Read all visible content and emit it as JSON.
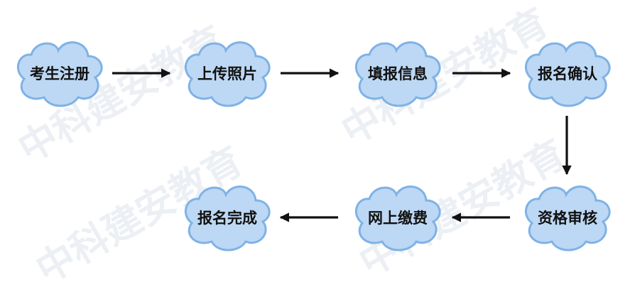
{
  "flow": {
    "nodes": [
      {
        "id": "n1",
        "label": "考生注册"
      },
      {
        "id": "n2",
        "label": "上传照片"
      },
      {
        "id": "n3",
        "label": "填报信息"
      },
      {
        "id": "n4",
        "label": "报名确认"
      },
      {
        "id": "n5",
        "label": "资格审核"
      },
      {
        "id": "n6",
        "label": "网上缴费"
      },
      {
        "id": "n7",
        "label": "报名完成"
      }
    ],
    "edges": [
      {
        "from": "n1",
        "to": "n2"
      },
      {
        "from": "n2",
        "to": "n3"
      },
      {
        "from": "n3",
        "to": "n4"
      },
      {
        "from": "n4",
        "to": "n5"
      },
      {
        "from": "n5",
        "to": "n6"
      },
      {
        "from": "n6",
        "to": "n7"
      }
    ]
  },
  "watermark": {
    "text": "中科建安教育"
  },
  "colors": {
    "cloud_fill": "#bdd8f4",
    "cloud_stroke": "#7fb2e6",
    "arrow": "#111111"
  }
}
